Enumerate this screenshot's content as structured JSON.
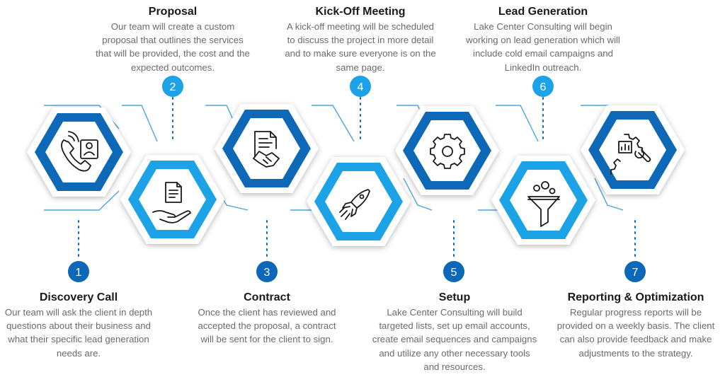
{
  "colors": {
    "dark_blue": "#0B67B8",
    "light_blue": "#1CA2E6",
    "badge_dark": "#0B67B8",
    "badge_light": "#1CA2E6",
    "line": "#4AA6DD",
    "title_text": "#1a1a1a",
    "body_text": "#6b6b6b"
  },
  "steps": [
    {
      "number": "1",
      "title": "Discovery Call",
      "description": "Our team will ask the client in depth questions about their business and what their specific lead generation needs are.",
      "icon": "phone-contact-icon"
    },
    {
      "number": "2",
      "title": "Proposal",
      "description": "Our team will create a custom proposal that outlines the services that will be provided, the cost and the expected outcomes.",
      "icon": "document-hand-icon"
    },
    {
      "number": "3",
      "title": "Contract",
      "description": "Once the client has reviewed and accepted the proposal, a contract will be sent for the client to sign.",
      "icon": "contract-handshake-icon"
    },
    {
      "number": "4",
      "title": "Kick-Off Meeting",
      "description": "A kick-off meeting will be scheduled to discuss the project in more detail and to make sure everyone is on the same page.",
      "icon": "rocket-icon"
    },
    {
      "number": "5",
      "title": "Setup",
      "description": "Lake Center Consulting will build targeted lists, set up email accounts, create email sequences and campaigns and utilize any other necessary tools and resources.",
      "icon": "gear-icon"
    },
    {
      "number": "6",
      "title": "Lead Generation",
      "description": "Lake Center Consulting will begin working on lead generation which will include cold email campaigns and LinkedIn outreach.",
      "icon": "funnel-icon"
    },
    {
      "number": "7",
      "title": "Reporting & Optimization",
      "description": "Regular progress reports will be provided on a weekly basis.  The client can also provide feedback and make adjustments to the strategy.",
      "icon": "chart-gear-wrench-icon"
    }
  ]
}
